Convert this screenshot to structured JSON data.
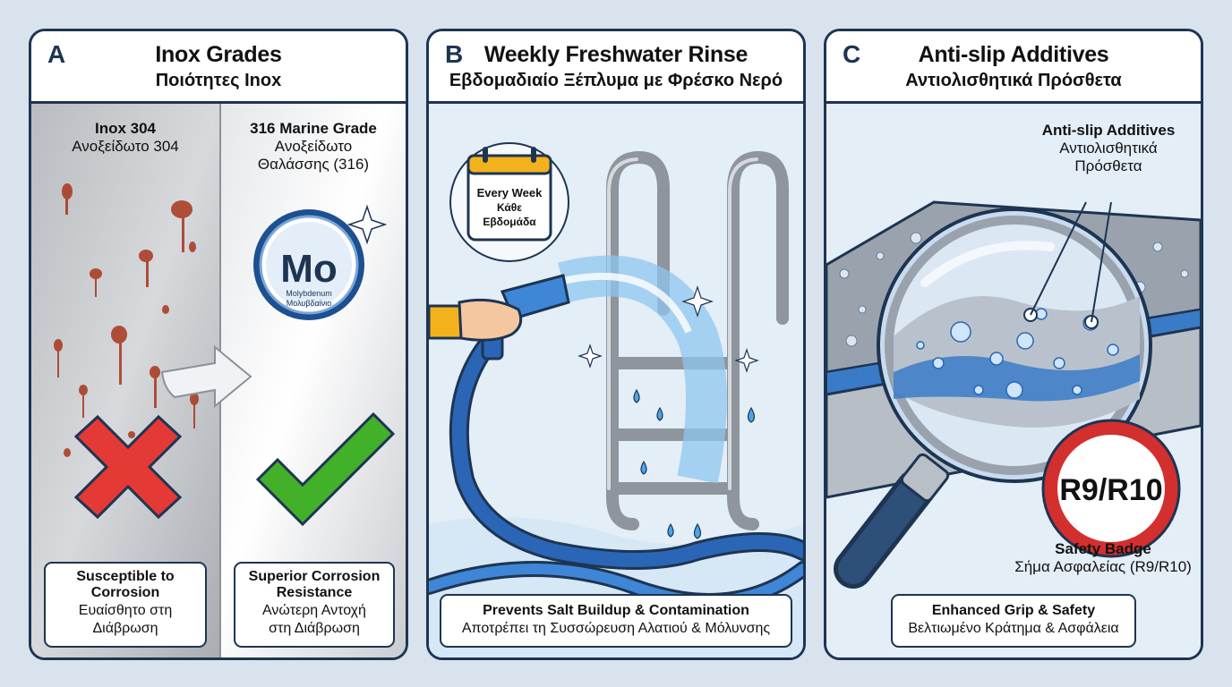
{
  "panels": {
    "a": {
      "letter": "A",
      "title": "Inox Grades",
      "subtitle": "Ποιότητες Inox",
      "left": {
        "name_en": "Inox 304",
        "name_gr": "Ανοξείδωτο 304",
        "caption_en_1": "Susceptible to",
        "caption_en_2": "Corrosion",
        "caption_gr_1": "Ευαίσθητο στη",
        "caption_gr_2": "Διάβρωση"
      },
      "right": {
        "name_en": "316 Marine Grade",
        "name_gr_1": "Ανοξείδωτο",
        "name_gr_2": "Θαλάσσης (316)",
        "caption_en_1": "Superior Corrosion",
        "caption_en_2": "Resistance",
        "caption_gr_1": "Ανώτερη Αντοχή",
        "caption_gr_2": "στη Διάβρωση"
      },
      "badge": {
        "symbol": "Mo",
        "name_en": "Molybdenum",
        "name_gr": "Μολυβδαίνιο"
      }
    },
    "b": {
      "letter": "B",
      "title": "Weekly Freshwater Rinse",
      "subtitle": "Εβδομαδιαίο Ξέπλυμα με Φρέσκο Νερό",
      "calendar": {
        "line1": "Every Week",
        "line2": "Κάθε",
        "line3": "Εβδομάδα"
      },
      "caption_en": "Prevents Salt Buildup & Contamination",
      "caption_gr": "Αποτρέπει τη Συσσώρευση Αλατιού & Μόλυνσης"
    },
    "c": {
      "letter": "C",
      "title": "Anti-slip Additives",
      "subtitle": "Αντιολισθητικά Πρόσθετα",
      "callout_en": "Anti-slip Additives",
      "callout_gr_1": "Αντιολισθητικά",
      "callout_gr_2": "Πρόσθετα",
      "badge_text": "R9/R10",
      "badge_label_en": "Safety Badge",
      "badge_label_gr": "Σήμα Ασφαλείας (R9/R10)",
      "caption_en": "Enhanced Grip & Safety",
      "caption_gr": "Βελτιωμένο Κράτημα & Ασφάλεια"
    }
  },
  "colors": {
    "border": "#1d3553",
    "rust": "#a8361c",
    "cross": "#e53935",
    "check": "#43b02a",
    "water": "#4da3e6",
    "hose": "#2a66b5",
    "badge_red": "#d32f2f"
  }
}
